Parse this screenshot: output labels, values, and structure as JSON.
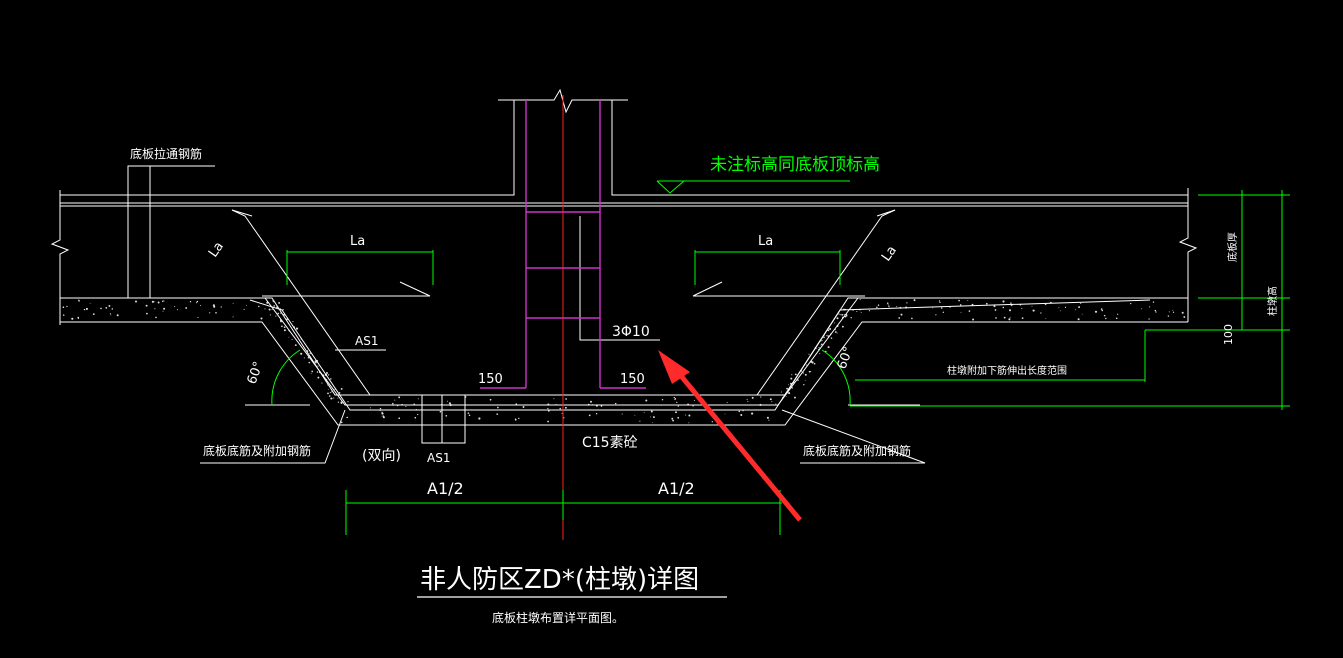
{
  "drawing": {
    "title": "非人防区ZD*(柱墩)详图",
    "subtitle": "底板柱墩布置详平面图。",
    "labels": {
      "slab_through_rebar": "底板拉通钢筋",
      "elevation_note": "未注标高同底板顶标高",
      "la_left": "La",
      "la_right": "La",
      "la_diag_left": "La",
      "la_diag_right": "La",
      "as1_upper": "AS1",
      "as1_lower": "AS1",
      "bidirectional": "(双向)",
      "hoop_rebar": "3Φ10",
      "dim_150_left": "150",
      "dim_150_right": "150",
      "angle_left": "60°",
      "angle_right": "60°",
      "bottom_rebar_left": "底板底筋及附加钢筋",
      "bottom_rebar_right": "底板底筋及附加钢筋",
      "concrete": "C15素砼",
      "a1_left": "A1/2",
      "a1_right": "A1/2",
      "extension_range": "柱墩附加下筋伸出长度范围",
      "slab_thickness": "底板厚",
      "pier_height": "柱墩高",
      "dim_100": "100"
    },
    "colors": {
      "background": "#000000",
      "lines": "#ffffff",
      "dimension": "#00ff00",
      "column_rebar": "#cc33cc",
      "axis": "#ff2020",
      "arrow": "#ff2a2a"
    }
  }
}
